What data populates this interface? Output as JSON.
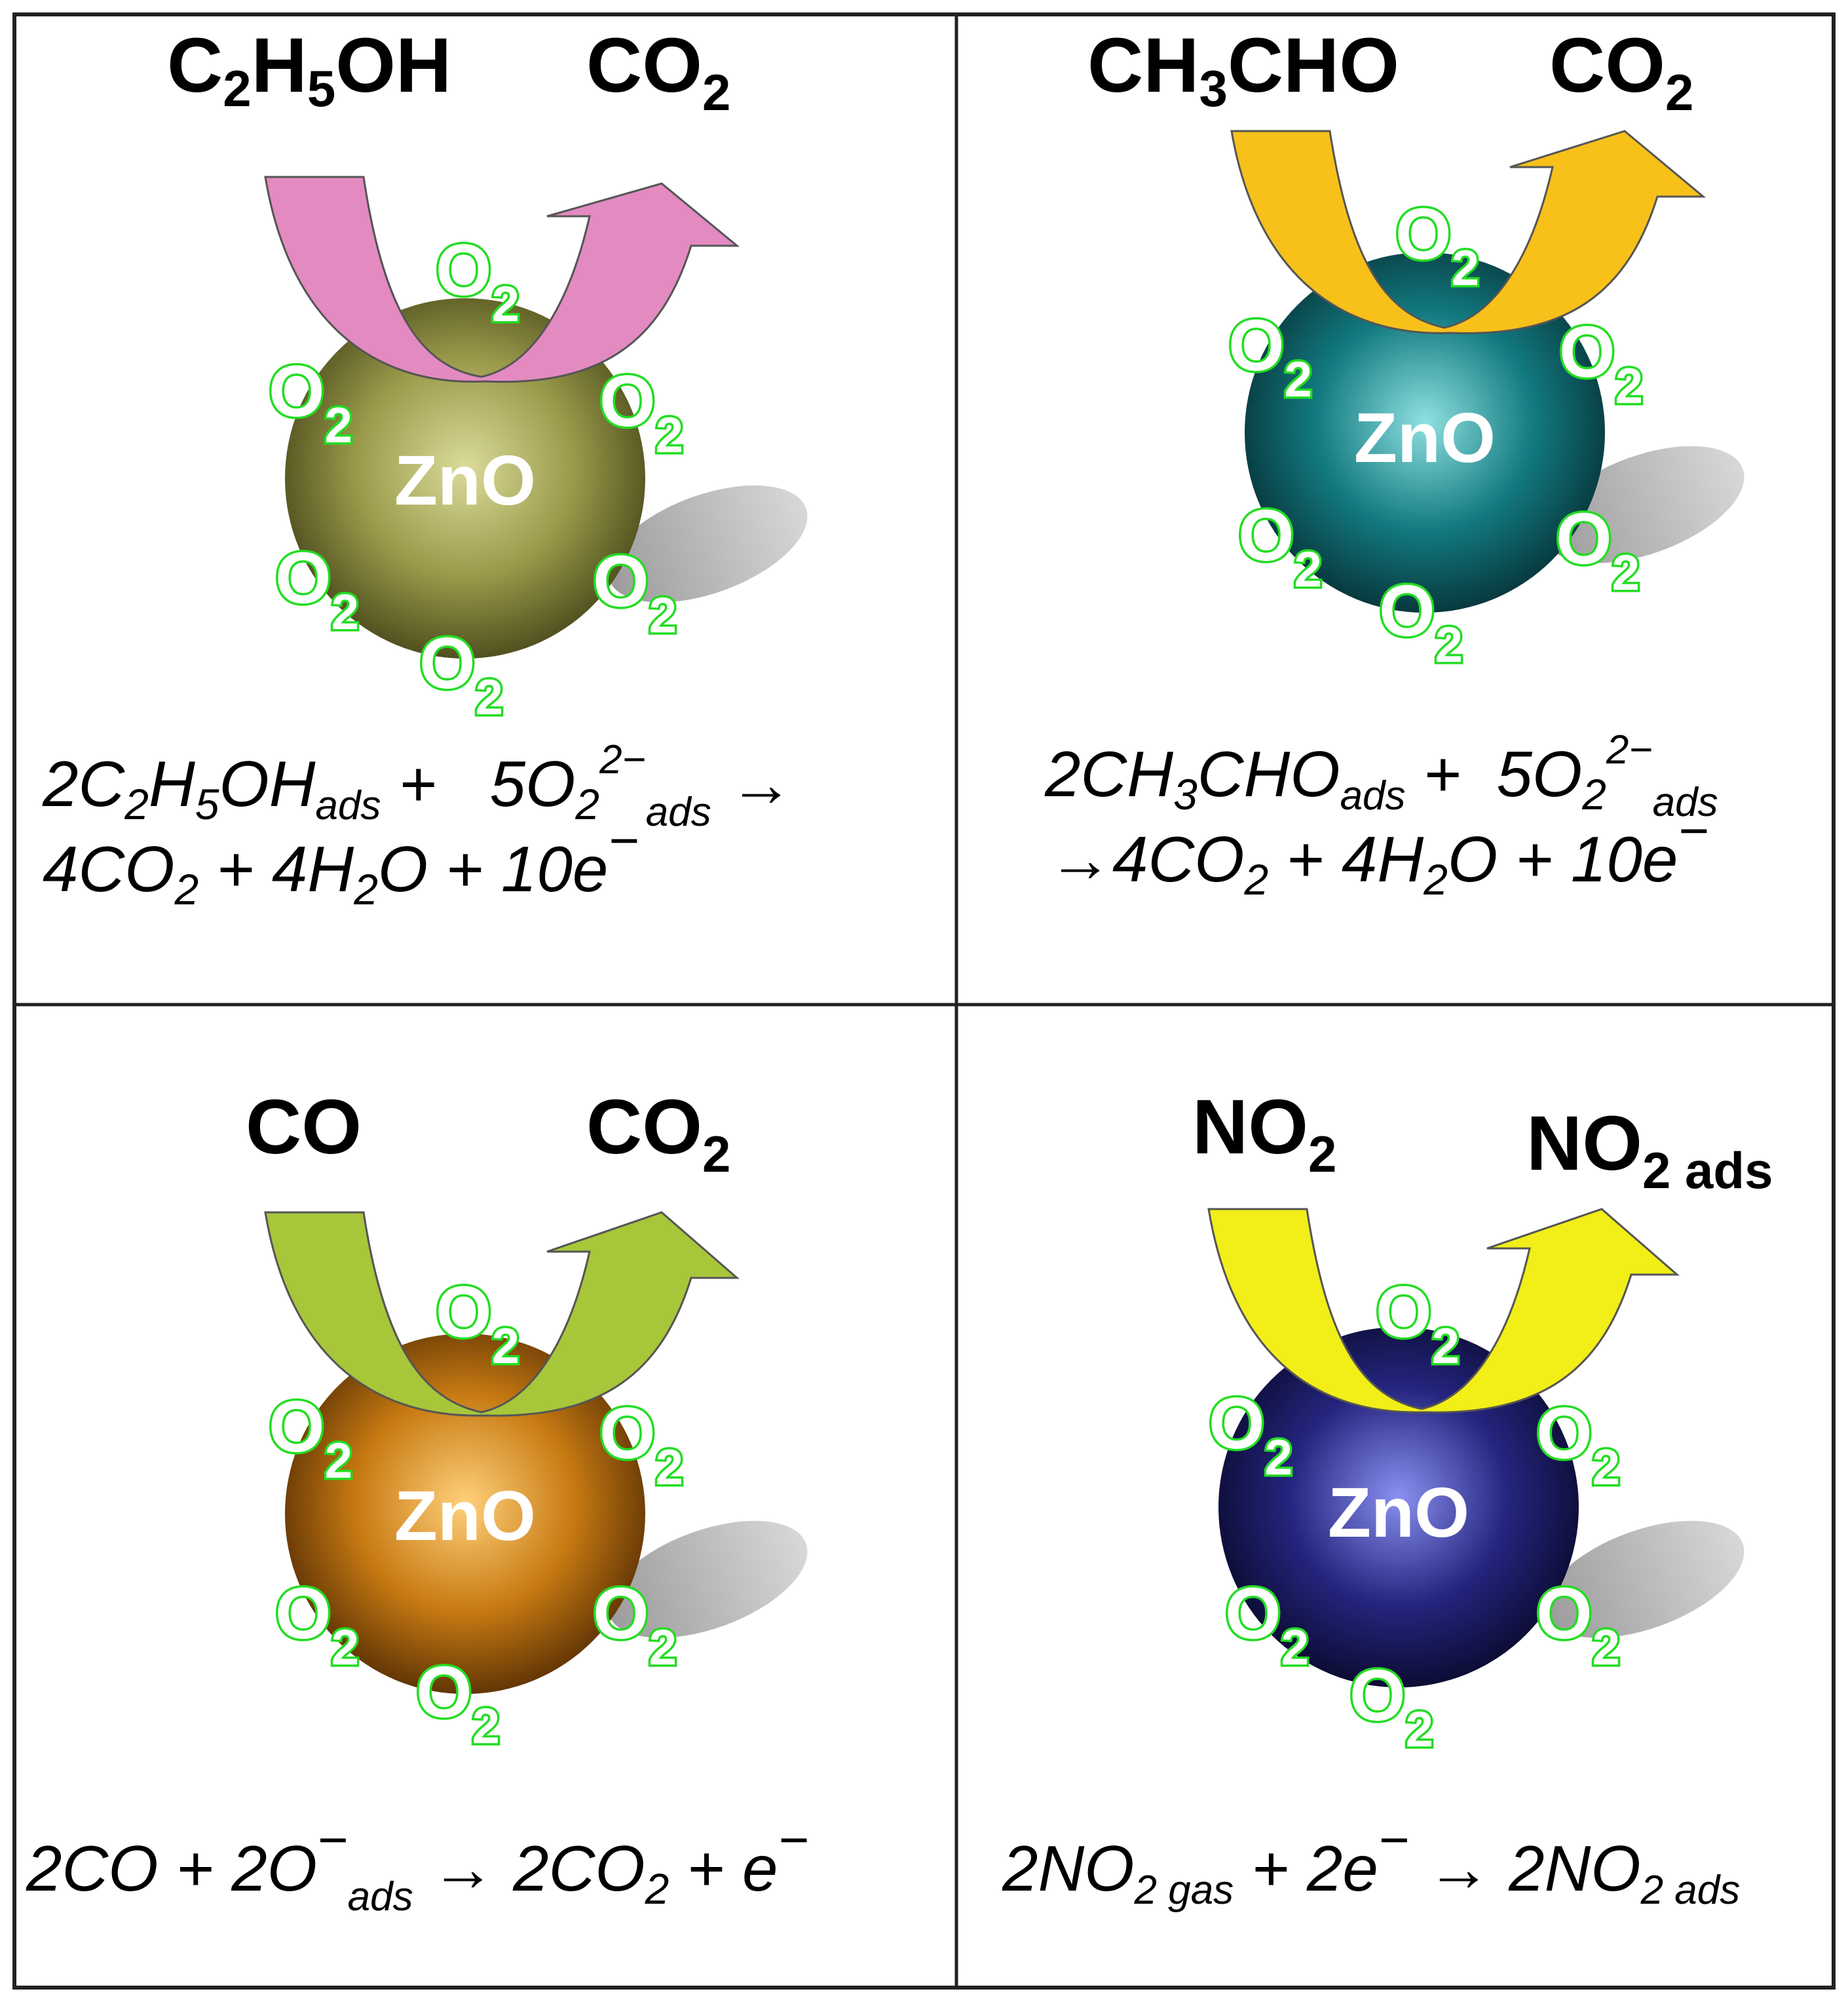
{
  "panels": [
    {
      "reactant": {
        "main": "C",
        "sub1": "2",
        "mid": "H",
        "sub2": "5",
        "tail": "OH"
      },
      "product": {
        "main": "CO",
        "sub": "2"
      },
      "core_label": "ZnO",
      "o2": {
        "main": "O",
        "sub": "2"
      },
      "equation_line1": {
        "a": "2C",
        "a_sub": "2",
        "b": "H",
        "b_sub": "5",
        "c": "OH",
        "c_sub": "ads",
        "plus": " +   5O",
        "d_sub": "2",
        "d_sup": "2−",
        "d_sub2": "ads",
        "arrow": " →"
      },
      "equation_line2": {
        "a": "4CO",
        "a_sub": "2",
        "b": " + 4H",
        "b_sub": "2",
        "c": "O + 10e",
        "c_sup": "−"
      },
      "colors": {
        "sphere_light": "#dadb9a",
        "sphere_mid": "#9a9a4a",
        "sphere_dark": "#4a4a1c",
        "arrow": "#e38ac1",
        "arrow_dark": "#c46a9f"
      }
    },
    {
      "reactant": {
        "main": "CH",
        "sub1": "3",
        "tail": "CHO"
      },
      "product": {
        "main": "CO",
        "sub": "2"
      },
      "core_label": "ZnO",
      "o2": {
        "main": "O",
        "sub": "2"
      },
      "equation_line1": {
        "a": "2CH",
        "a_sub": "3",
        "b": "CHO",
        "b_sub": "ads",
        "plus": " +  5O",
        "d_sub": "2",
        "d_sup": "2−",
        "d_sub2": "ads"
      },
      "equation_line2": {
        "arrow": "→",
        "a": "4CO",
        "a_sub": "2",
        "b": " + 4H",
        "b_sub": "2",
        "c": "O + 10e",
        "c_sup": "−"
      },
      "colors": {
        "sphere_light": "#8fe0e0",
        "sphere_mid": "#127a80",
        "sphere_dark": "#063338",
        "arrow": "#f7c11a",
        "arrow_dark": "#c99200"
      }
    },
    {
      "reactant": {
        "main": "CO"
      },
      "product": {
        "main": "CO",
        "sub": "2"
      },
      "core_label": "ZnO",
      "o2": {
        "main": "O",
        "sub": "2"
      },
      "equation_line1": {
        "a": "2CO + 2O",
        "a_sup": "−",
        "a_sub": "ads",
        "b": " → 2CO",
        "b_sub": "2",
        "c": " + e",
        "c_sup": "−"
      },
      "colors": {
        "sphere_light": "#ffd07a",
        "sphere_mid": "#c77a12",
        "sphere_dark": "#5a3004",
        "arrow": "#a8c63a",
        "arrow_dark": "#6f8a1c"
      }
    },
    {
      "reactant": {
        "main": "NO",
        "sub1": "2"
      },
      "product": {
        "main": "NO",
        "sub": "2 ads"
      },
      "core_label": "ZnO",
      "o2": {
        "main": "O",
        "sub": "2"
      },
      "equation_line1": {
        "a": "2NO",
        "a_sub": "2 gas",
        "b": " + 2e",
        "b_sup": "−",
        "c": " → 2NO",
        "c_sub": "2 ads"
      },
      "colors": {
        "sphere_light": "#8a90f0",
        "sphere_mid": "#24257e",
        "sphere_dark": "#0a0a2e",
        "arrow": "#f2ee18",
        "arrow_dark": "#bfba00"
      }
    }
  ]
}
